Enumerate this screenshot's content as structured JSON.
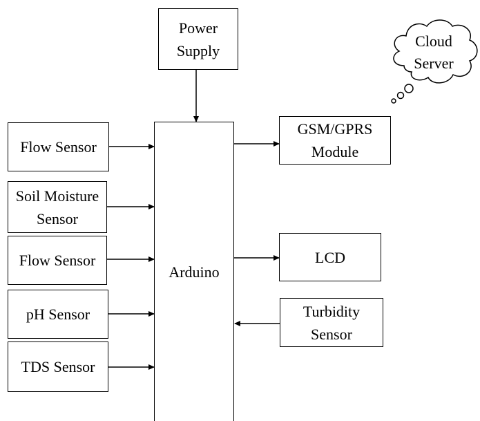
{
  "diagram": {
    "power_supply": "Power\nSupply",
    "arduino": "Arduino",
    "inputs": [
      "Flow Sensor",
      "Soil Moisture\nSensor",
      "Flow Sensor",
      "pH Sensor",
      "TDS Sensor"
    ],
    "gsm_module": "GSM/GPRS\nModule",
    "lcd": "LCD",
    "turbidity_sensor": "Turbidity\nSensor",
    "cloud_server": "Cloud\nServer"
  }
}
